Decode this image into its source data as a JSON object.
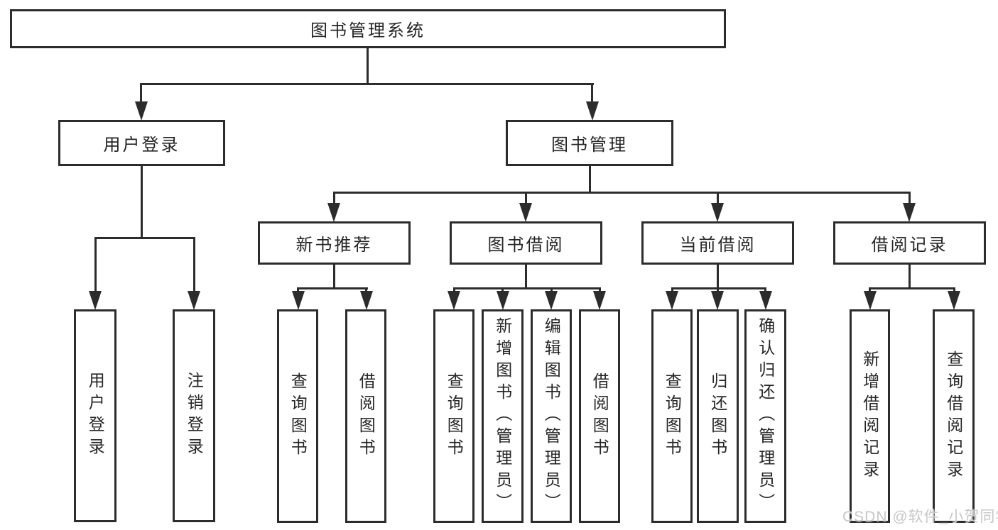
{
  "tree": {
    "label": "图书管理系统",
    "children": [
      {
        "label": "用户登录",
        "children": [
          {
            "label": "用户登录"
          },
          {
            "label": "注销登录"
          }
        ]
      },
      {
        "label": "图书管理",
        "children": [
          {
            "label": "新书推荐",
            "children": [
              {
                "label": "查询图书"
              },
              {
                "label": "借阅图书"
              }
            ]
          },
          {
            "label": "图书借阅",
            "children": [
              {
                "label": "查询图书"
              },
              {
                "label": "新增图书（管理员）"
              },
              {
                "label": "编辑图书（管理员）"
              },
              {
                "label": "借阅图书"
              }
            ]
          },
          {
            "label": "当前借阅",
            "children": [
              {
                "label": "查询图书"
              },
              {
                "label": "归还图书"
              },
              {
                "label": "确认归还（管理员）"
              }
            ]
          },
          {
            "label": "借阅记录",
            "children": [
              {
                "label": "新增借阅记录"
              },
              {
                "label": "查询借阅记录"
              }
            ]
          }
        ]
      }
    ]
  },
  "watermark": {
    "text": "CSDN @软件_小贺同学"
  },
  "colors": {
    "line": "#2c2c2c",
    "text": "#252525",
    "background": "#ffffff",
    "watermark": "#c7c7c7"
  }
}
